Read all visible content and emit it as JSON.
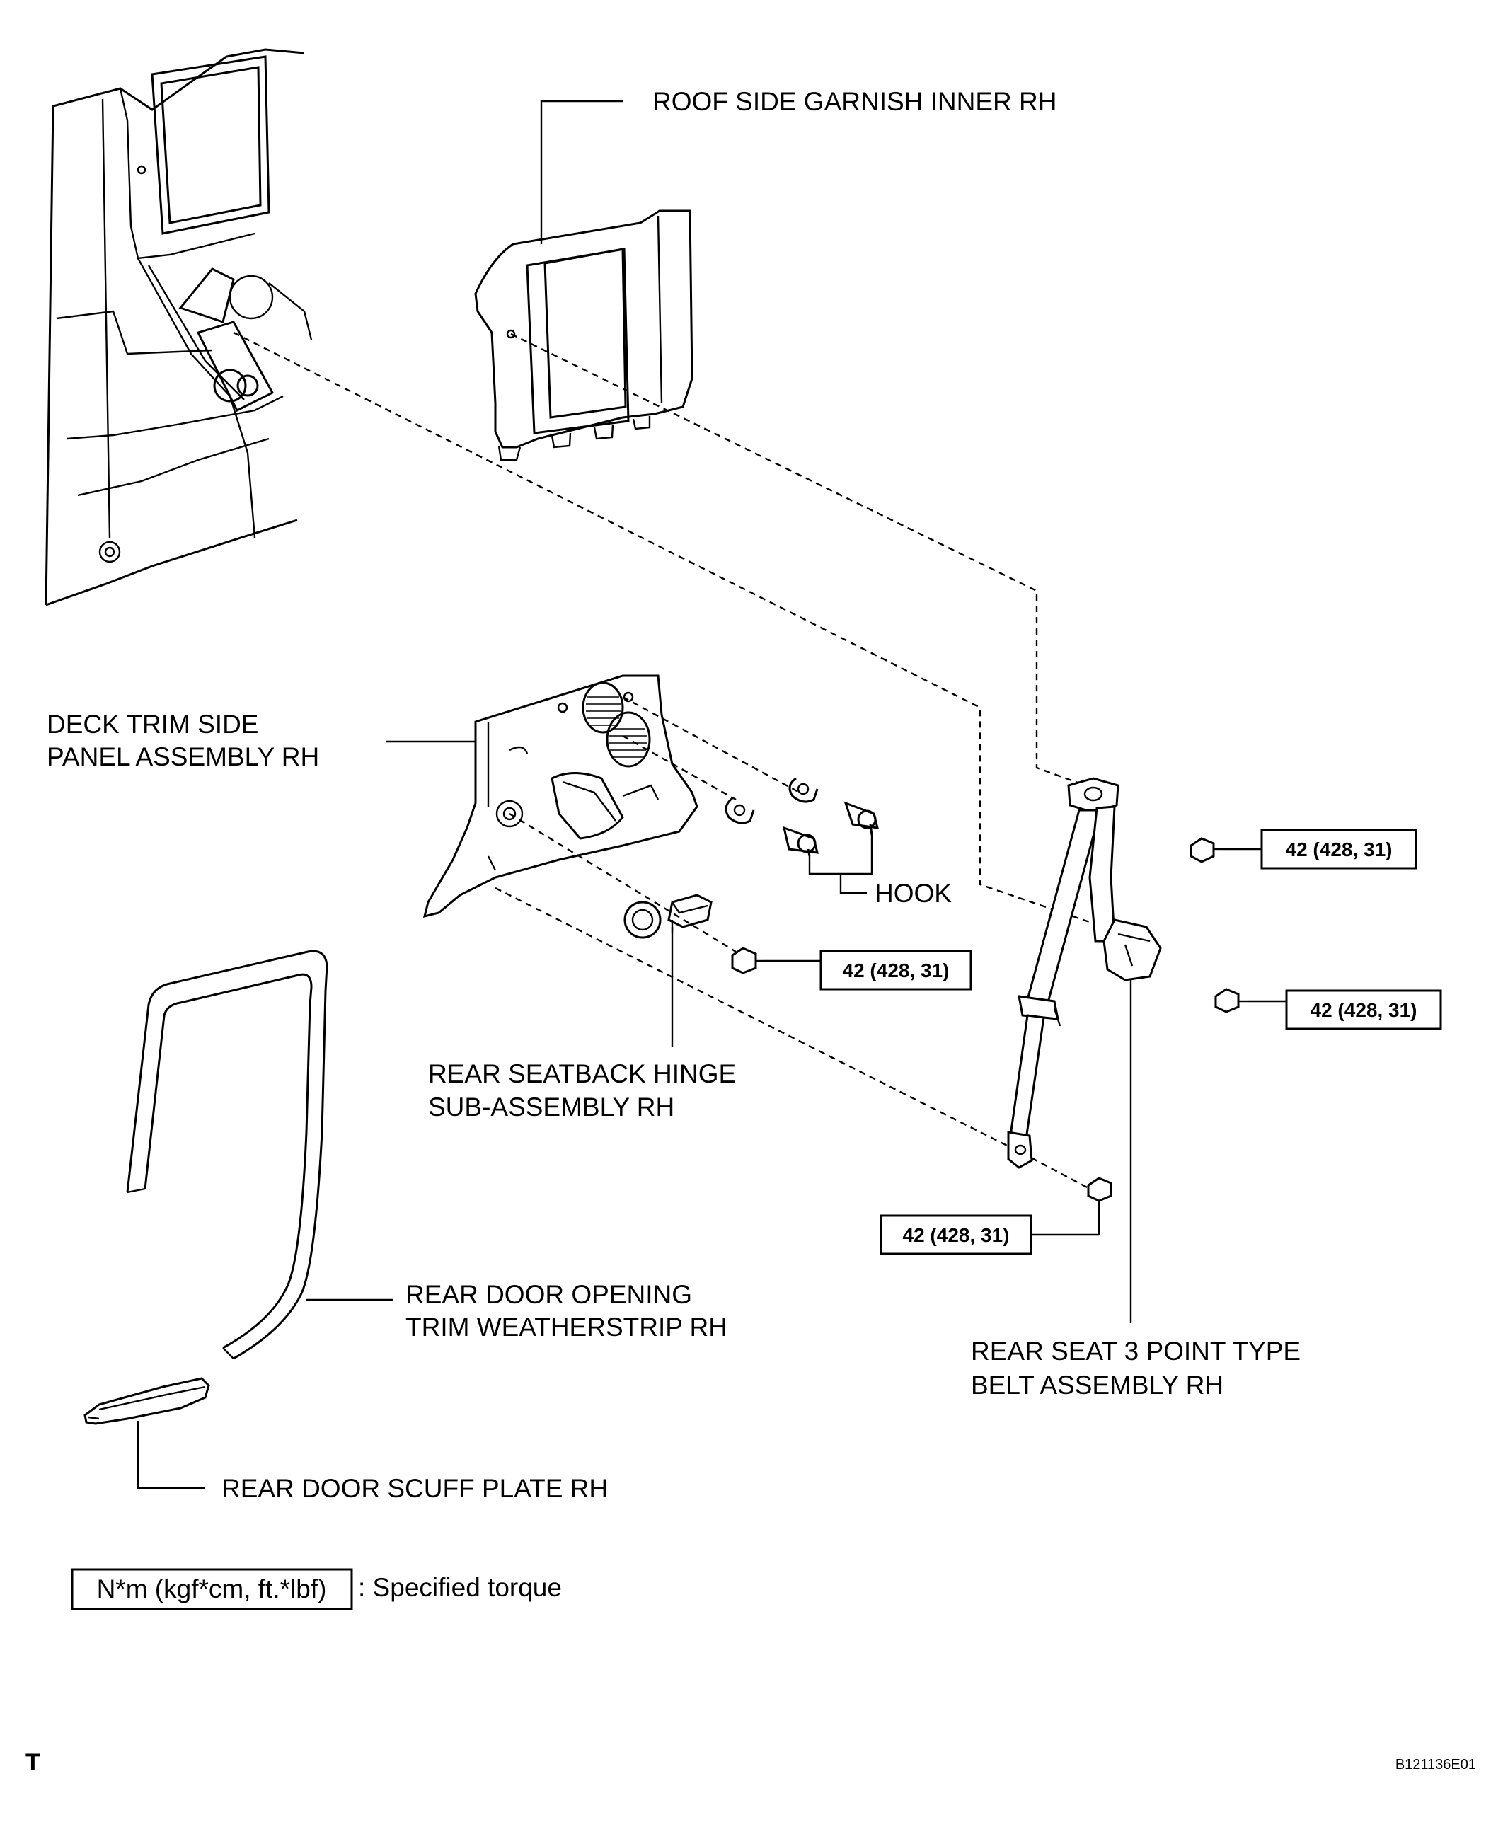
{
  "labels": {
    "roof_side_garnish": "ROOF SIDE GARNISH INNER RH",
    "deck_trim_line1": "DECK TRIM SIDE",
    "deck_trim_line2": "PANEL ASSEMBLY RH",
    "hook": "HOOK",
    "rear_seatback_line1": "REAR SEATBACK HINGE",
    "rear_seatback_line2": "SUB-ASSEMBLY RH",
    "weatherstrip_line1": "REAR DOOR OPENING",
    "weatherstrip_line2": "TRIM WEATHERSTRIP RH",
    "scuff_plate": "REAR DOOR SCUFF PLATE RH",
    "belt_line1": "REAR SEAT 3 POINT TYPE",
    "belt_line2": "BELT ASSEMBLY RH"
  },
  "torques": {
    "t1": "42 (428, 31)",
    "t2": "42 (428, 31)",
    "t3": "42 (428, 31)",
    "t4": "42 (428, 31)"
  },
  "legend": {
    "unit_box": "N*m (kgf*cm, ft.*lbf)",
    "text": ": Specified torque"
  },
  "footer": {
    "corner_mark": "T",
    "figure_code": "B121136E01"
  }
}
